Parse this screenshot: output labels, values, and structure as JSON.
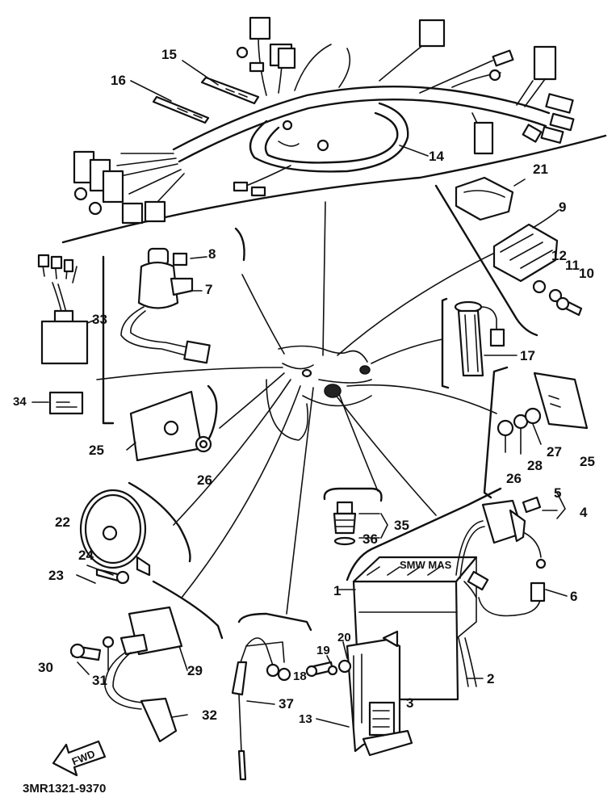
{
  "diagram_code": "3MR1321-9370",
  "fwd_label": "FWD",
  "battery_label": "SMW MAS",
  "callouts": {
    "c1": "1",
    "c2": "2",
    "c3": "3",
    "c4": "4",
    "c5": "5",
    "c6": "6",
    "c7": "7",
    "c8": "8",
    "c9": "9",
    "c10": "10",
    "c11": "11",
    "c12": "12",
    "c13": "13",
    "c14": "14",
    "c15": "15",
    "c16": "16",
    "c17": "17",
    "c18": "18",
    "c19": "19",
    "c20": "20",
    "c21": "21",
    "c22": "22",
    "c23": "23",
    "c24": "24",
    "c25a": "25",
    "c25b": "25",
    "c26a": "26",
    "c26b": "26",
    "c27": "27",
    "c28": "28",
    "c29": "29",
    "c30": "30",
    "c31": "31",
    "c32": "32",
    "c33": "33",
    "c34": "34",
    "c35": "35",
    "c36": "36",
    "c37": "37"
  }
}
